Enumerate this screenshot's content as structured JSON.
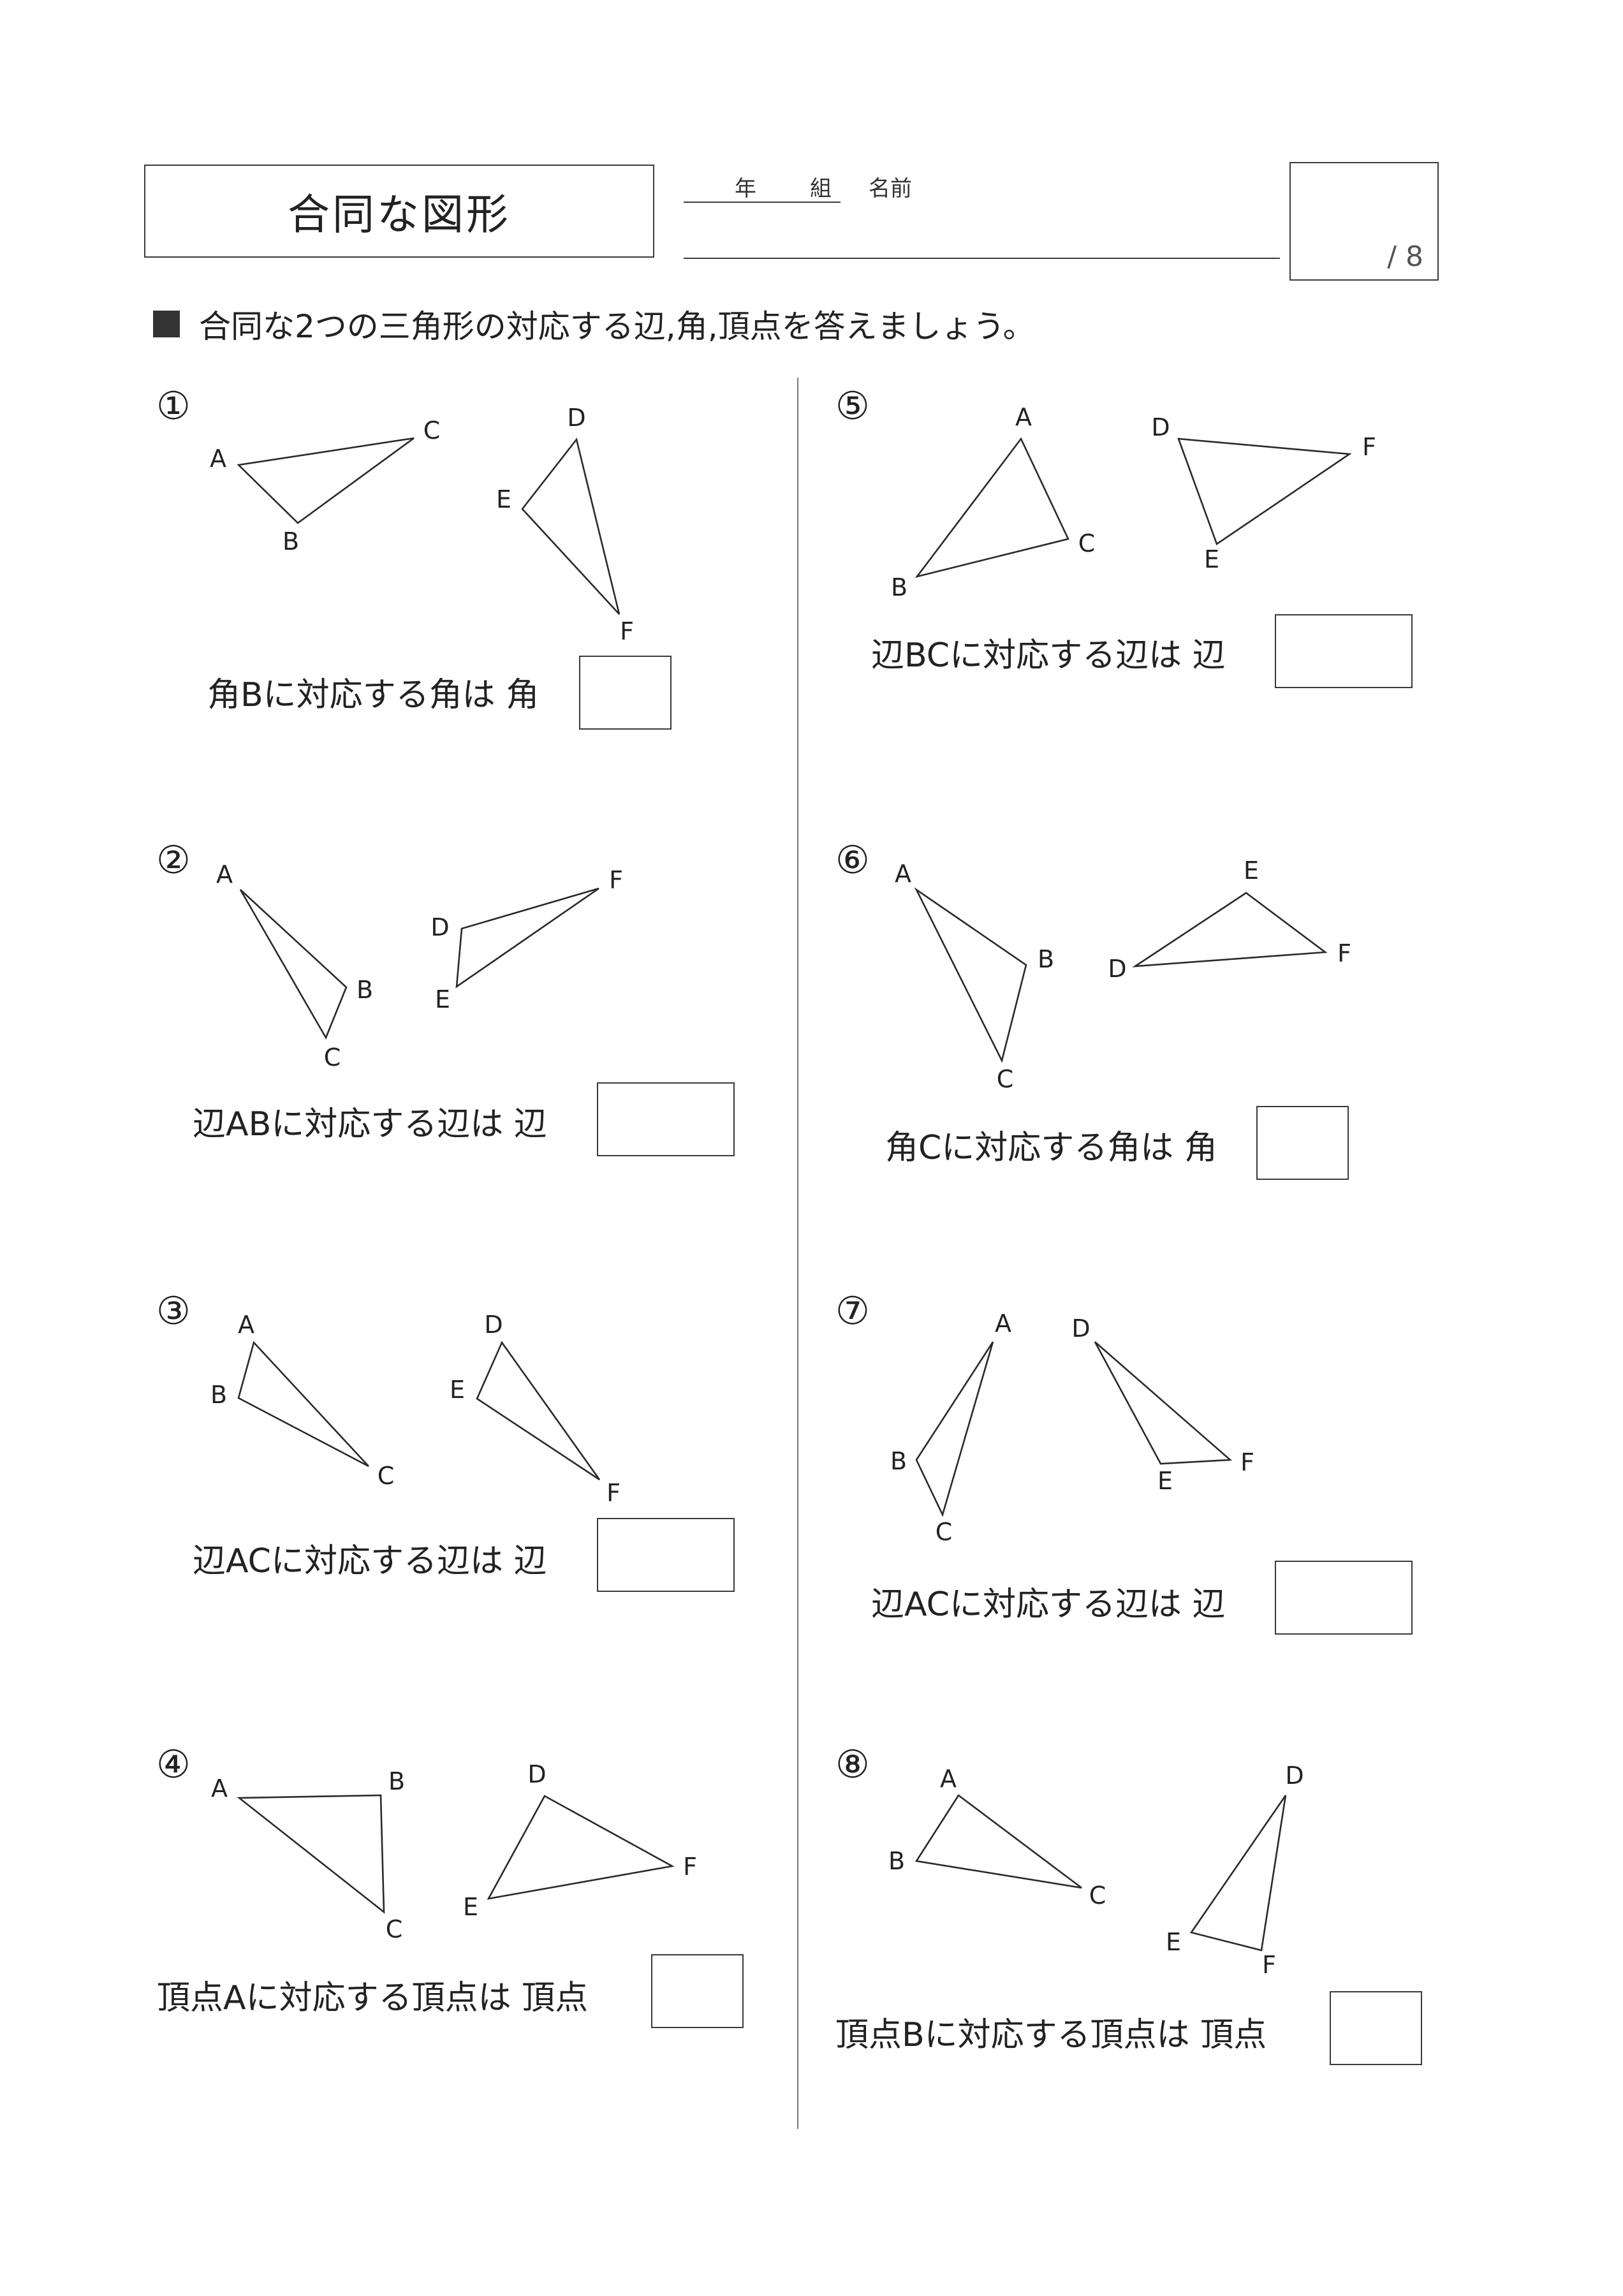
{
  "header": {
    "title": "合同な図形",
    "grade_label": "年",
    "class_label": "組",
    "name_label": "名前",
    "score_total": "/ 8"
  },
  "instruction": "合同な2つの三角形の対応する辺,角,頂点を答えましょう。",
  "problems": [
    {
      "number": "①",
      "question": "角Bに対応する角は 角"
    },
    {
      "number": "②",
      "question": "辺ABに対応する辺は 辺"
    },
    {
      "number": "③",
      "question": "辺ACに対応する辺は 辺"
    },
    {
      "number": "④",
      "question": "頂点Aに対応する頂点は 頂点"
    },
    {
      "number": "⑤",
      "question": "辺BCに対応する辺は 辺"
    },
    {
      "number": "⑥",
      "question": "角Cに対応する角は 角"
    },
    {
      "number": "⑦",
      "question": "辺ACに対応する辺は 辺"
    },
    {
      "number": "⑧",
      "question": "頂点Bに対応する頂点は 頂点"
    }
  ],
  "vertex_labels": {
    "p1": [
      "A",
      "B",
      "C",
      "D",
      "E",
      "F"
    ],
    "p2": [
      "A",
      "B",
      "C",
      "D",
      "E",
      "F"
    ],
    "p3": [
      "A",
      "B",
      "C",
      "D",
      "E",
      "F"
    ],
    "p4": [
      "A",
      "B",
      "C",
      "D",
      "E",
      "F"
    ],
    "p5": [
      "A",
      "B",
      "C",
      "D",
      "E",
      "F"
    ],
    "p6": [
      "A",
      "B",
      "C",
      "D",
      "E",
      "F"
    ],
    "p7": [
      "A",
      "B",
      "C",
      "D",
      "E",
      "F"
    ],
    "p8": [
      "A",
      "B",
      "C",
      "D",
      "E",
      "F"
    ]
  }
}
